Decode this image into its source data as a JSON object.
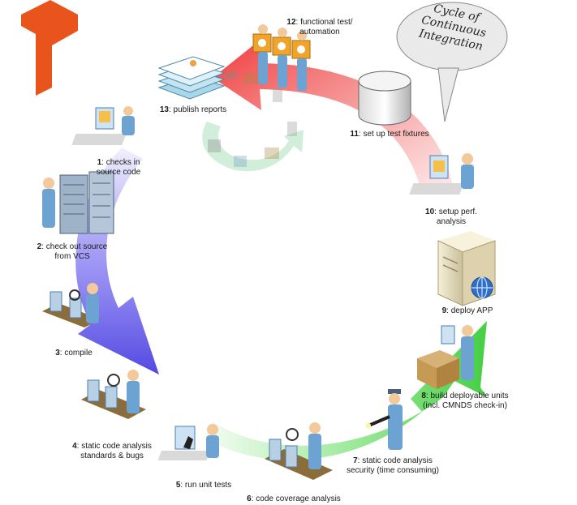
{
  "bubble": {
    "line1": "Cycle of",
    "line2": "Continuous",
    "line3": "Integration"
  },
  "colors": {
    "logo": "#e8541c",
    "arrow_red": "#ef4848",
    "arrow_blue": "#5a52e6",
    "arrow_green": "#55d851",
    "person": "#6da3d2",
    "server": "#eee4c4"
  },
  "steps": [
    {
      "num": "1",
      "line1": ": checks in",
      "line2": "source code",
      "icon": "developer-at-desk-icon"
    },
    {
      "num": "2",
      "line1": ": check out source",
      "line2": "from VCS",
      "icon": "server-rack-icon"
    },
    {
      "num": "3",
      "line1": ": compile",
      "line2": "",
      "icon": "compile-conveyor-icon"
    },
    {
      "num": "4",
      "line1": ": static code analysis",
      "line2": "standards & bugs",
      "icon": "inspection-conveyor-icon"
    },
    {
      "num": "5",
      "line1": ": run unit tests",
      "line2": "",
      "icon": "microscope-icon"
    },
    {
      "num": "6",
      "line1": ": code coverage analysis",
      "line2": "",
      "icon": "coverage-conveyor-icon"
    },
    {
      "num": "7",
      "line1": ": static code analysis",
      "line2": "security (time consuming)",
      "icon": "security-guard-icon"
    },
    {
      "num": "8",
      "line1": ": build deployable units",
      "line2": "(incl. CMNDS check-in)",
      "icon": "packaging-box-icon"
    },
    {
      "num": "9",
      "line1": ": deploy APP",
      "line2": "",
      "icon": "web-server-icon"
    },
    {
      "num": "10",
      "line1": ": setup perf.",
      "line2": "analysis",
      "icon": "analyst-at-desk-icon"
    },
    {
      "num": "11",
      "line1": ": set up test fixtures",
      "line2": "",
      "icon": "database-cylinder-icon"
    },
    {
      "num": "12",
      "line1": ": functional test/",
      "line2": "automation",
      "icon": "testers-group-icon"
    },
    {
      "num": "13",
      "line1": ": publish reports",
      "line2": "",
      "icon": "reports-stack-icon"
    }
  ]
}
